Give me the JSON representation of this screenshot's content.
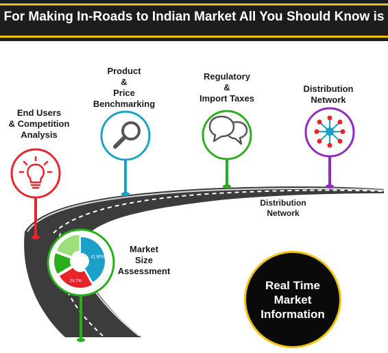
{
  "header": {
    "title": "For Making In-Roads to Indian Market All You Should Know is"
  },
  "milestones": [
    {
      "label": "End Users\n& Competition\nAnalysis",
      "color": "#e8242b",
      "icon": "lightbulb-icon"
    },
    {
      "label": "Product\n&\nPrice\nBenchmarking",
      "color": "#1ba1c8",
      "icon": "magnifier-icon"
    },
    {
      "label": "Regulatory\n&\nImport Taxes",
      "color": "#2aae1c",
      "icon": "speech-bubbles-icon"
    },
    {
      "label": "Distribution\nNetwork",
      "color": "#8e2bbd",
      "icon": "network-icon"
    },
    {
      "label": "Market\nSize\nAssessment",
      "color": "#2aae1c",
      "icon": "pie-chart-icon"
    }
  ],
  "road_label": "Distribution\nNetwork",
  "badge": {
    "text": "Real Time\nMarket\nInformation",
    "border_color": "#f1c40f"
  },
  "pie": {
    "slices": [
      {
        "value": 41.8,
        "label": "41.80%",
        "color": "#1ba1c8"
      },
      {
        "value": 24.7,
        "label": "24.7%",
        "color": "#e8242b"
      },
      {
        "value": 14.0,
        "label": "",
        "color": "#2aae1c"
      },
      {
        "value": 19.5,
        "label": "",
        "color": "#9be07a"
      }
    ]
  }
}
